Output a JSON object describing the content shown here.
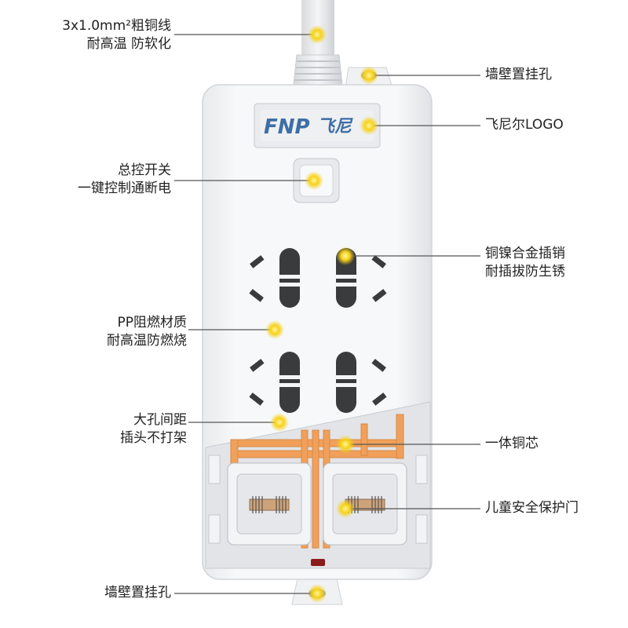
{
  "brand": {
    "logo_text": "FNP",
    "logo_cn": "飞尼"
  },
  "callouts": {
    "wire": [
      "3x1.0mm²粗铜线",
      "耐高温 防软化"
    ],
    "top_hook": [
      "墙壁置挂孔"
    ],
    "logo": [
      "飞尼尔LOGO"
    ],
    "switch": [
      "总控开关",
      "一键控制通断电"
    ],
    "pins": [
      "铜镍合金插销",
      "耐插拔防生锈"
    ],
    "material": [
      "PP阻燃材质",
      "耐高温防燃烧"
    ],
    "spacing": [
      "大孔间距",
      "插头不打架"
    ],
    "copper_core": [
      "一体铜芯"
    ],
    "shutter": [
      "儿童安全保护门"
    ],
    "bottom_hook": [
      "墙壁置挂孔"
    ]
  },
  "colors": {
    "body": "#f4f5f6",
    "edge": "#d9dcdf",
    "socket": "#3a3b3d",
    "copper": "#f0a05a",
    "dot": "#f7d21a",
    "line": "#555555"
  }
}
